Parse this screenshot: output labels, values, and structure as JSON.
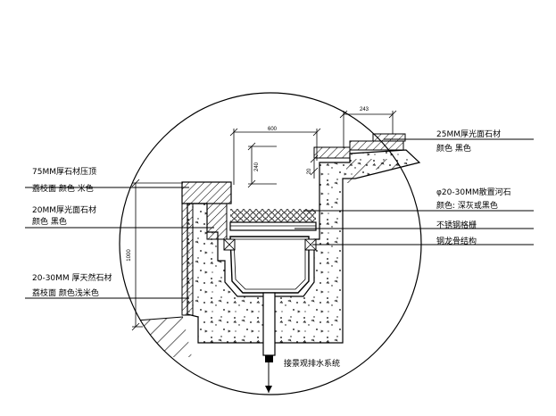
{
  "labels": {
    "l1a": "75MM厚石材压顶",
    "l1b": "荔枝面 颜色 米色",
    "l2a": "20MM厚光面石材",
    "l2b": "颜色 黑色",
    "l3a": "20-30MM 厚天然石材",
    "l3b": "荔枝面 颜色浅米色",
    "r1a": "25MM厚光面石材",
    "r1b": "颜色 黑色",
    "r2a": "φ20-30MM散置河石",
    "r2b": "颜色: 深灰或黑色",
    "r3": "不锈钢格栅",
    "r4": "钢龙骨结构",
    "bottom": "接景观排水系统"
  },
  "dims": {
    "top_width": "600",
    "top_height": "240",
    "right_top": "243",
    "right_small": "20",
    "left_height": "1000"
  },
  "colors": {
    "line": "#000000",
    "hatch": "#000000",
    "background": "#ffffff"
  }
}
